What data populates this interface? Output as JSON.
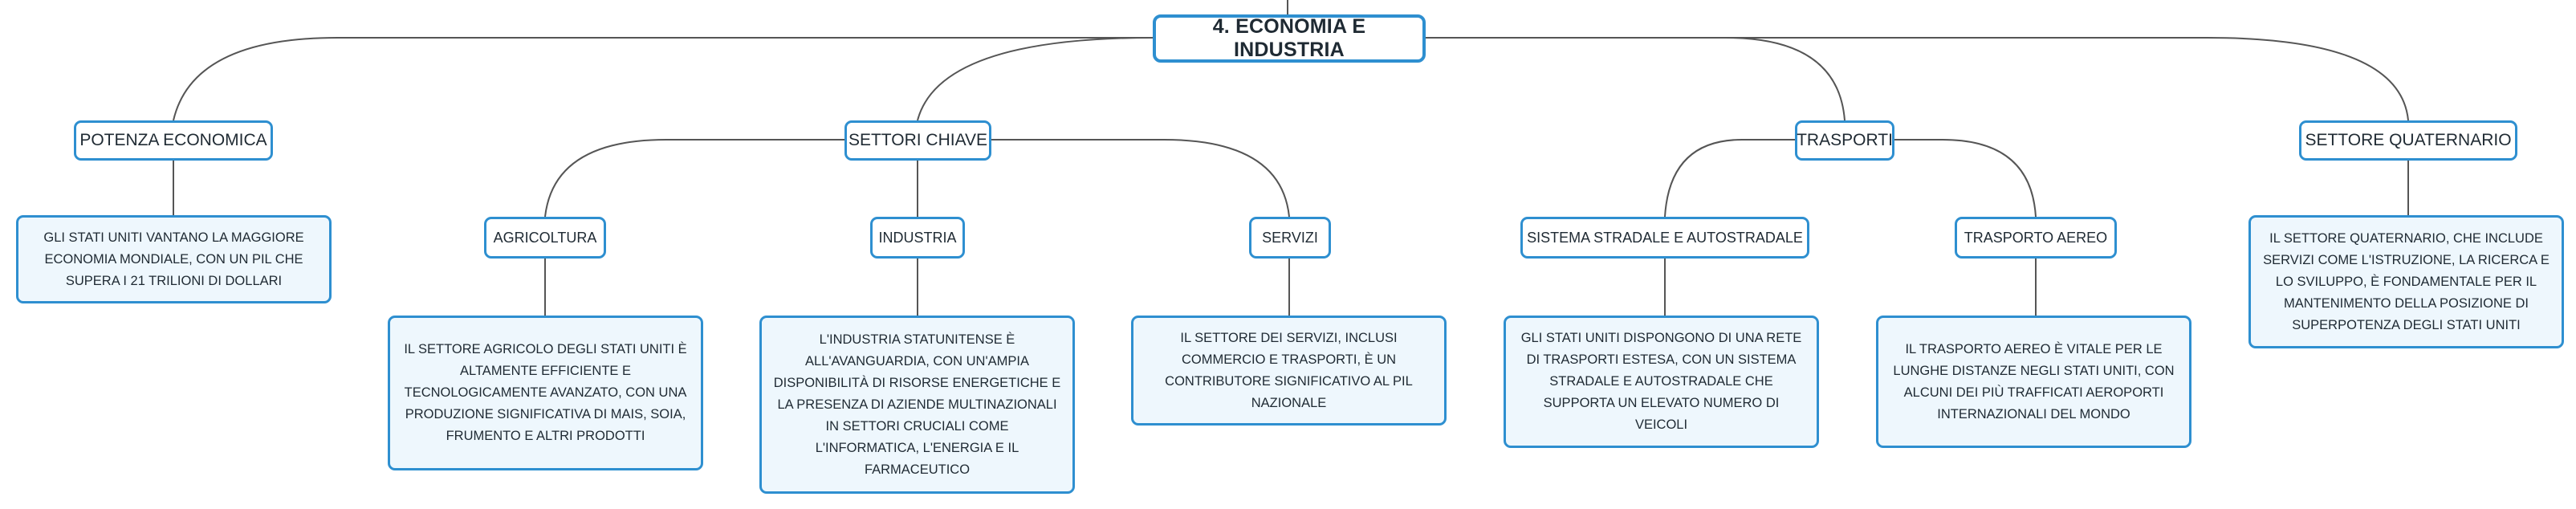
{
  "map": {
    "root": "4. ECONOMIA E INDUSTRIA",
    "potenza": {
      "title": "POTENZA ECONOMICA",
      "detail": "GLI STATI UNITI VANTANO LA MAGGIORE ECONOMIA MONDIALE, CON UN PIL CHE SUPERA I 21 TRILIONI DI DOLLARI"
    },
    "settori": {
      "title": "SETTORI CHIAVE",
      "agricoltura": {
        "title": "AGRICOLTURA",
        "detail": "IL SETTORE AGRICOLO DEGLI STATI UNITI È ALTAMENTE EFFICIENTE E TECNOLOGICAMENTE AVANZATO, CON UNA PRODUZIONE SIGNIFICATIVA DI MAIS, SOIA, FRUMENTO E ALTRI PRODOTTI"
      },
      "industria": {
        "title": "INDUSTRIA",
        "detail": "L'INDUSTRIA STATUNITENSE È ALL'AVANGUARDIA, CON UN'AMPIA DISPONIBILITÀ DI RISORSE ENERGETICHE E LA PRESENZA DI AZIENDE MULTINAZIONALI IN SETTORI CRUCIALI COME L'INFORMATICA, L'ENERGIA E IL FARMACEUTICO"
      },
      "servizi": {
        "title": "SERVIZI",
        "detail": "IL SETTORE DEI SERVIZI, INCLUSI COMMERCIO E TRASPORTI, È UN CONTRIBUTORE SIGNIFICATIVO AL PIL NAZIONALE"
      }
    },
    "trasporti": {
      "title": "TRASPORTI",
      "stradale": {
        "title": "SISTEMA STRADALE E AUTOSTRADALE",
        "detail": "GLI STATI UNITI DISPONGONO DI UNA RETE DI TRASPORTI ESTESA, CON UN SISTEMA STRADALE E AUTOSTRADALE CHE SUPPORTA UN ELEVATO NUMERO DI VEICOLI"
      },
      "aereo": {
        "title": "TRASPORTO AEREO",
        "detail": "IL TRASPORTO AEREO È VITALE PER LE LUNGHE DISTANZE NEGLI STATI UNITI, CON ALCUNI DEI PIÙ TRAFFICATI AEROPORTI INTERNAZIONALI DEL MONDO"
      }
    },
    "quaternario": {
      "title": "SETTORE QUATERNARIO",
      "detail": "IL SETTORE QUATERNARIO, CHE INCLUDE SERVIZI COME L'ISTRUZIONE, LA RICERCA E LO SVILUPPO, È FONDAMENTALE PER IL MANTENIMENTO DELLA POSIZIONE DI SUPERPOTENZA DEGLI STATI UNITI"
    }
  },
  "colors": {
    "border": "#2e8fd0",
    "leaf_fill": "#eef7fd",
    "connector": "#555555"
  }
}
